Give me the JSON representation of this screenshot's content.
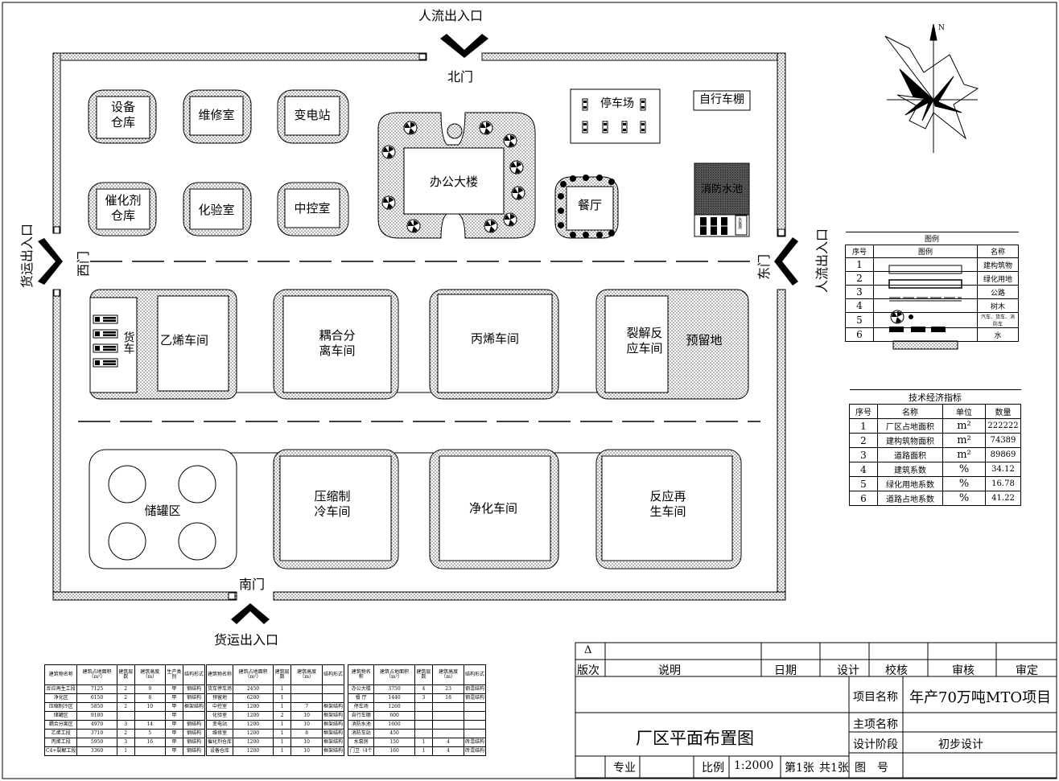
{
  "site": {
    "north_entrance": "人流出入口",
    "north_gate": "北门",
    "west_entrance": "货运出入口",
    "west_gate": "西门",
    "east_entrance": "人流出入口",
    "east_gate": "东门",
    "south_entrance": "货运出入口",
    "south_gate": "南门",
    "compass_n": "N"
  },
  "buildings": {
    "equipment_store": "设备\n仓库",
    "repair": "维修室",
    "substation": "变电站",
    "catalyst_store": "催化剂\n仓库",
    "lab": "化验室",
    "control": "中控室",
    "office": "办公大楼",
    "parking": "停车场",
    "bike_shed": "自行车棚",
    "canteen": "餐厅",
    "fire_pool": "消防水池",
    "pump_room": "水泵房",
    "truck": "货车",
    "ethylene": "乙烯车间",
    "coupling": "耦合分\n离车间",
    "propylene": "丙烯车间",
    "cracking": "裂解反\n应车间",
    "reserved": "预留地",
    "tank_area": "储罐区",
    "compression": "压缩制\n冷车间",
    "purification": "净化车间",
    "regeneration": "反应再\n生车间"
  },
  "legend": {
    "title": "图例",
    "headers": [
      "序号",
      "图例",
      "名称"
    ],
    "rows": [
      {
        "no": "1",
        "name": "建构筑物"
      },
      {
        "no": "2",
        "name": "绿化用地"
      },
      {
        "no": "3",
        "name": "公路"
      },
      {
        "no": "4",
        "name": "树木"
      },
      {
        "no": "5",
        "name": "汽车、货车、消防车"
      },
      {
        "no": "6",
        "name": "水"
      }
    ]
  },
  "tech": {
    "title": "技术经济指标",
    "headers": [
      "序号",
      "名称",
      "单位",
      "数量"
    ],
    "rows": [
      [
        "1",
        "厂区占地面积",
        "m²",
        "222222"
      ],
      [
        "2",
        "建构筑物面积",
        "m²",
        "74389"
      ],
      [
        "3",
        "道路面积",
        "m²",
        "89869"
      ],
      [
        "4",
        "建筑系数",
        "%",
        "34.12"
      ],
      [
        "5",
        "绿化用地系数",
        "%",
        "16.78"
      ],
      [
        "6",
        "道路占地系数",
        "%",
        "41.22"
      ]
    ]
  },
  "building_tables": [
    {
      "headers": [
        "建筑物名称",
        "建筑占地面积（m²）",
        "建筑层数",
        "建筑高度（m）",
        "生产类别",
        "结构形式"
      ],
      "rows": [
        [
          "反应再生工段",
          "7125",
          "2",
          "9",
          "甲",
          "钢结构"
        ],
        [
          "净化区",
          "6150",
          "2",
          "8",
          "甲",
          "钢结构"
        ],
        [
          "压缩制冷区",
          "5850",
          "2",
          "10",
          "甲",
          "框架结构"
        ],
        [
          "储罐区",
          "9180",
          "",
          "",
          "甲",
          ""
        ],
        [
          "耦合分离区",
          "4970",
          "3",
          "14",
          "甲",
          "钢结构"
        ],
        [
          "乙烯工段",
          "3710",
          "2",
          "5",
          "甲",
          "钢结构"
        ],
        [
          "丙烯工段",
          "5950",
          "3",
          "16",
          "甲",
          "钢结构"
        ],
        [
          "C4+裂解工段",
          "3360",
          "1",
          "",
          "甲",
          "钢结构"
        ]
      ]
    },
    {
      "headers": [
        "建筑物名称",
        "建筑占地面积（m²）",
        "建筑层数",
        "建筑高度（m）",
        "结构形式"
      ],
      "rows": [
        [
          "货车停车场",
          "2450",
          "1",
          "",
          ""
        ],
        [
          "预留地",
          "6200",
          "1",
          "",
          ""
        ],
        [
          "中控室",
          "1200",
          "1",
          "7",
          "框架结构"
        ],
        [
          "化验室",
          "1200",
          "2",
          "10",
          "框架结构"
        ],
        [
          "变电站",
          "1200",
          "1",
          "10",
          "框架结构"
        ],
        [
          "维修室",
          "1200",
          "1",
          "8",
          "框架结构"
        ],
        [
          "催化剂仓库",
          "1200",
          "1",
          "10",
          "框架结构"
        ],
        [
          "设备仓库",
          "1200",
          "1",
          "10",
          "框架结构"
        ]
      ]
    },
    {
      "headers": [
        "建筑物名称",
        "建筑占地面积（m²）",
        "建筑层数",
        "建筑高度（m）",
        "结构形式"
      ],
      "rows": [
        [
          "办公大楼",
          "3750",
          "4",
          "23",
          "钢混结构"
        ],
        [
          "餐 厅",
          "1440",
          "3",
          "18",
          "钢混结构"
        ],
        [
          "停车场",
          "1260",
          "",
          "",
          ""
        ],
        [
          "自行车棚",
          "600",
          "",
          "",
          ""
        ],
        [
          "消防水池",
          "1600",
          "",
          "",
          ""
        ],
        [
          "消防车站",
          "450",
          "",
          "",
          ""
        ],
        [
          "水泵房",
          "150",
          "1",
          "4",
          "砖混结构"
        ],
        [
          "门卫（4个",
          "160",
          "1",
          "4",
          "砖混结构"
        ]
      ]
    }
  ],
  "title_block": {
    "revision_mark": "Δ",
    "revision": "版次",
    "description": "说明",
    "date": "日期",
    "design": "设计",
    "check": "校核",
    "review": "审核",
    "approve": "审定",
    "project_name_label": "项目名称",
    "project_name": "年产70万吨MTO项目",
    "main_item_label": "主项名称",
    "main_item": "",
    "stage_label": "设计阶段",
    "stage": "初步设计",
    "drawing_title": "厂区平面布置图",
    "discipline": "专业",
    "scale_label": "比例",
    "scale": "1:2000",
    "sheet": "第1张",
    "total": "共1张",
    "drawing_no": "图　号"
  }
}
